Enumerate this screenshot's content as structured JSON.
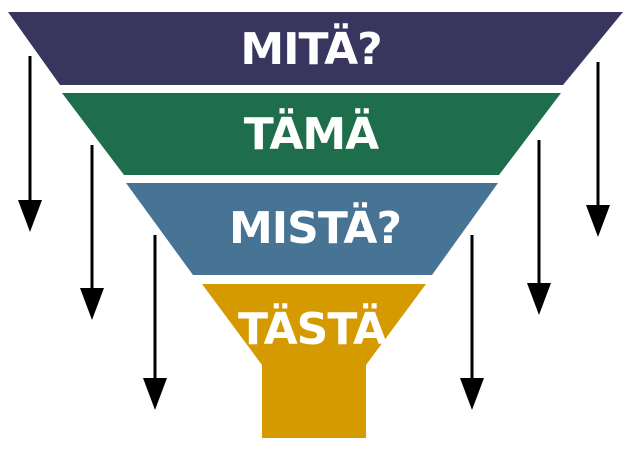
{
  "funnel": {
    "levels": [
      {
        "label": "MITÄ?",
        "color": "#38365e"
      },
      {
        "label": "TÄMÄ",
        "color": "#1e6d4b"
      },
      {
        "label": "MISTÄ?",
        "color": "#477395"
      },
      {
        "label": "TÄSTÄ",
        "color": "#d49a00"
      }
    ],
    "arrow_color": "#000000"
  }
}
